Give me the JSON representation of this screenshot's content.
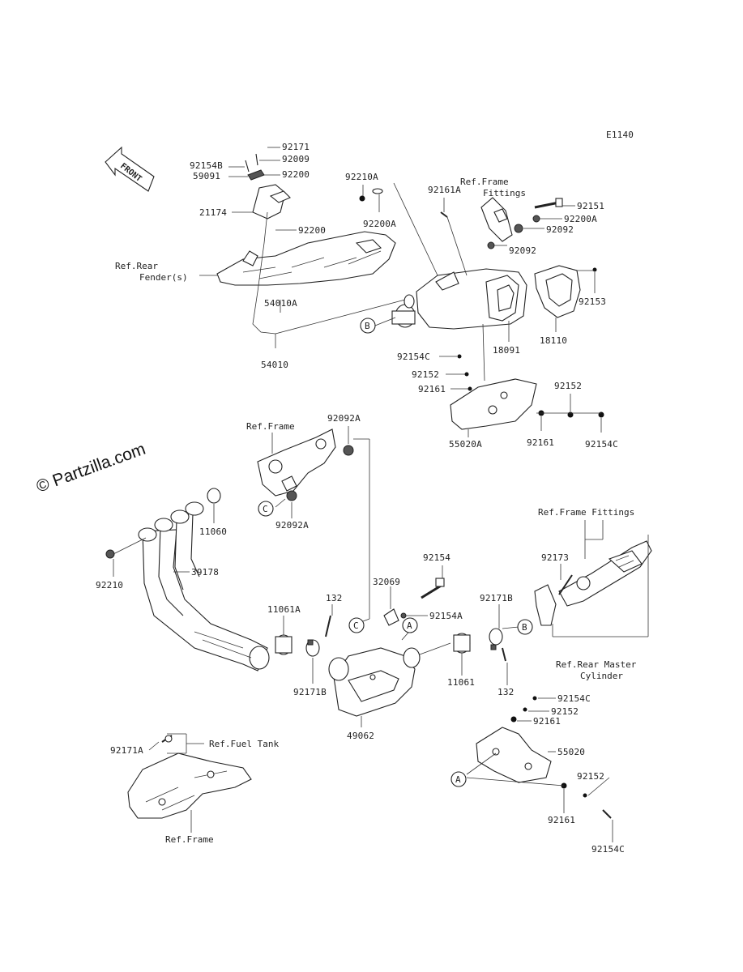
{
  "diagram_code": "E1140",
  "front_arrow_label": "FRONT",
  "watermark": "© Partzilla.com",
  "ref_labels": {
    "rear_fender_1": "Ref.Rear",
    "rear_fender_2": "Fender(s)",
    "frame_fittings_top_1": "Ref.Frame",
    "frame_fittings_top_2": "Fittings",
    "frame_mid": "Ref.Frame",
    "frame_fittings_right": "Ref.Frame Fittings",
    "rear_master_1": "Ref.Rear Master",
    "rear_master_2": "Cylinder",
    "fuel_tank": "Ref.Fuel Tank",
    "frame_bottom": "Ref.Frame"
  },
  "callouts": {
    "a1": "A",
    "a2": "A",
    "b1": "B",
    "b2": "B",
    "c1": "C",
    "c2": "C"
  },
  "parts": {
    "p92171_top": "92171",
    "p92009": "92009",
    "p92154B": "92154B",
    "p59091": "59091",
    "p92200_a": "92200",
    "p21174": "21174",
    "p92200_b": "92200",
    "p54010A": "54010A",
    "p54010": "54010",
    "p92210A": "92210A",
    "p92200A_a": "92200A",
    "p92161A": "92161A",
    "p92151": "92151",
    "p92200A_b": "92200A",
    "p92092_a": "92092",
    "p92092_b": "92092",
    "p92153": "92153",
    "p18110": "18110",
    "p18091": "18091",
    "p92154C_a": "92154C",
    "p92152_a": "92152",
    "p92161_a": "92161",
    "p92152_b": "92152",
    "p55020A": "55020A",
    "p92161_b": "92161",
    "p92154C_b": "92154C",
    "p92092A_a": "92092A",
    "p92092A_b": "92092A",
    "p11060": "11060",
    "p92210": "92210",
    "p39178": "39178",
    "p92154": "92154",
    "p32069": "32069",
    "p92154A": "92154A",
    "p11061A": "11061A",
    "p132_a": "132",
    "p92171B_a": "92171B",
    "p92171B_b": "92171B",
    "p11061": "11061",
    "p132_b": "132",
    "p49062": "49062",
    "p92173": "92173",
    "p92154C_c": "92154C",
    "p92152_c": "92152",
    "p92161_c": "92161",
    "p55020": "55020",
    "p92152_d": "92152",
    "p92161_d": "92161",
    "p92154C_d": "92154C",
    "p92171A": "92171A"
  }
}
